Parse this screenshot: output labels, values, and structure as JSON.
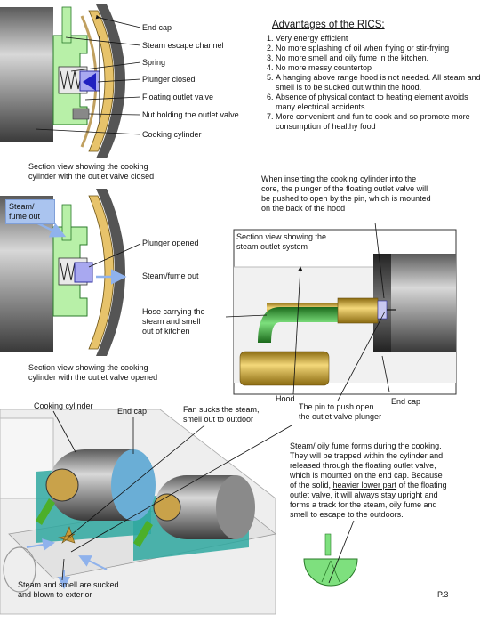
{
  "advantages": {
    "title": "Advantages of the RICS:",
    "items": [
      "Very energy efficient",
      "No more splashing of oil when frying or stir-frying",
      "No more smell and oily fume in the kitchen.",
      "No more messy countertop",
      "A hanging above range hood is not needed. All steam and smell is to be sucked out within the hood.",
      "Absence of physical contact to heating element avoids many electrical accidents.",
      "More convenient and fun to cook and so promote more consumption of healthy food"
    ]
  },
  "section1": {
    "labels": {
      "end_cap": "End cap",
      "steam_escape": "Steam escape channel",
      "spring": "Spring",
      "plunger_closed": "Plunger closed",
      "floating_valve": "Floating outlet valve",
      "nut": "Nut holding the outlet valve",
      "cooking_cylinder": "Cooking cylinder"
    },
    "caption_1": "Section view showing the cooking",
    "caption_2": "cylinder with the outlet valve closed"
  },
  "insert_note": {
    "line1": "When inserting the cooking cylinder into the",
    "line2": "core, the plunger of the floating outlet valve will",
    "line3": "be pushed to open by the pin, which is mounted",
    "line4": "on the back of the hood"
  },
  "section2": {
    "steam_box": "Steam/ fume out",
    "plunger_opened": "Plunger opened",
    "steam_out": "Steam/fume out",
    "hose_1": "Hose carrying the",
    "hose_2": "steam and smell",
    "hose_3": "out of kitchen",
    "caption_1": "Section view showing the cooking",
    "caption_2": "cylinder with the outlet valve opened"
  },
  "outlet_system": {
    "box_label": "Section view showing the steam outlet system",
    "hood": "Hood",
    "end_cap": "End cap",
    "pin_1": "The pin to push open",
    "pin_2": "the outlet valve plunger"
  },
  "assembly": {
    "cooking_cylinder": "Cooking cylinder",
    "end_cap": "End cap",
    "fan_1": "Fan sucks the steam,",
    "fan_2": "smell out to outdoor",
    "bottom_1": "Steam and smell are sucked",
    "bottom_2": "and blown to exterior"
  },
  "fume_note": {
    "l1": "Steam/ oily fume forms during the cooking.",
    "l2": "They will be trapped within the cylinder and",
    "l3": "released through the floating outlet valve,",
    "l4a": "which is mounted on the end cap.  Because",
    "l5a": "of the solid, ",
    "l5b": "heavier lower part",
    "l5c": " of the floating",
    "l6": "outlet valve, it will always stay upright and",
    "l7": "forms a track for the steam, oily fume and",
    "l8": "smell to escape to the outdoors."
  },
  "page_number": "P.3"
}
